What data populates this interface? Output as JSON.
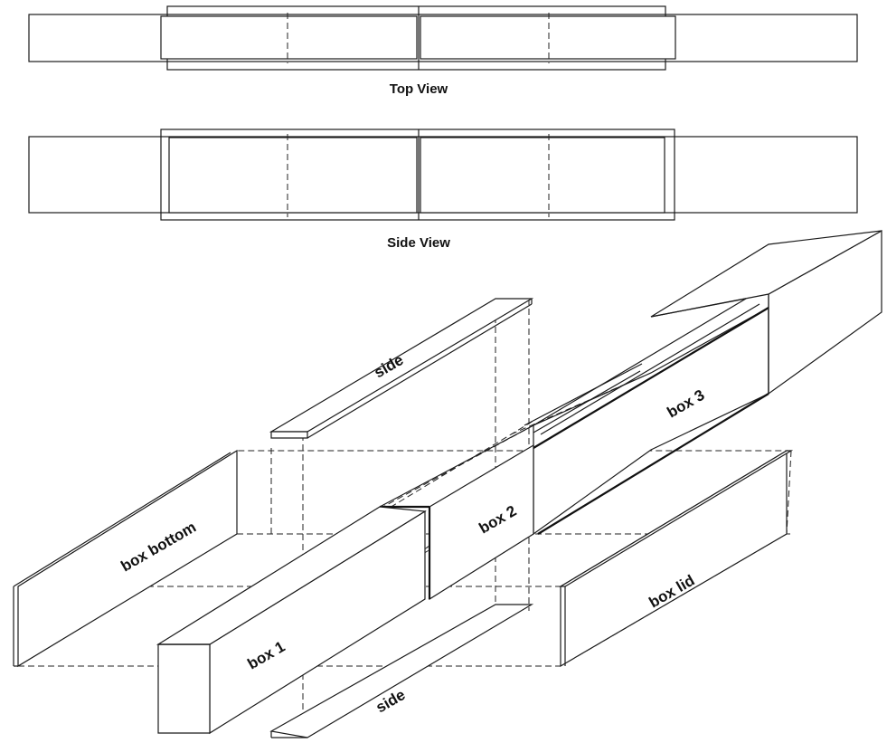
{
  "views": {
    "top_caption": "Top View",
    "side_caption": "Side View"
  },
  "labels": {
    "side_top": "side",
    "side_bottom": "side",
    "box_bottom": "box bottom",
    "box_1": "box 1",
    "box_2": "box 2",
    "box_3": "box 3",
    "box_lid": "box lid"
  }
}
